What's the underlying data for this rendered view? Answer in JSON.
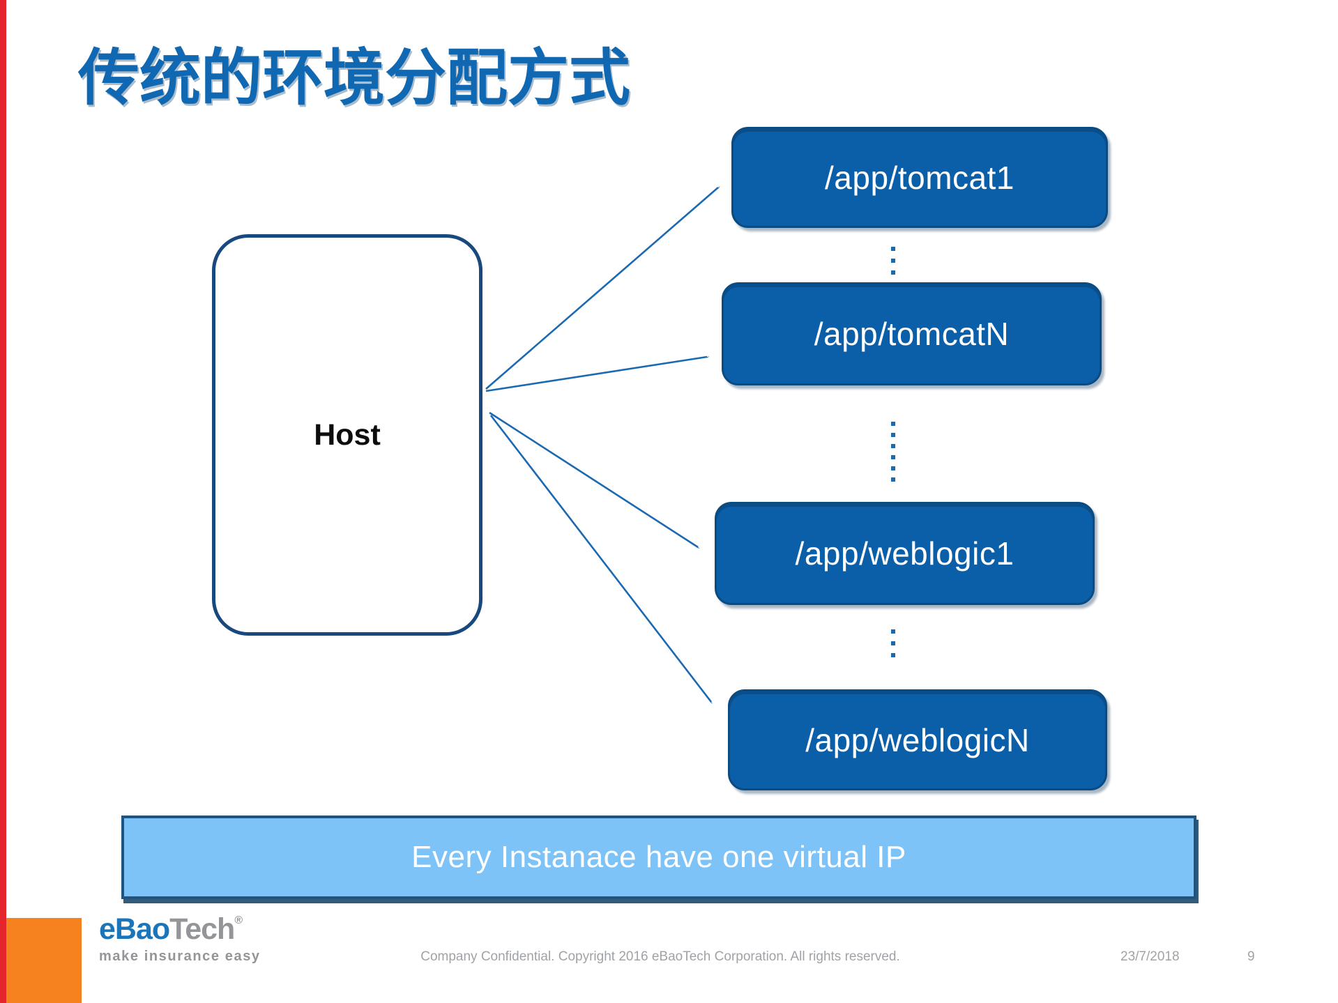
{
  "slide": {
    "title": "传统的环境分配方式",
    "host_label": "Host",
    "instances": [
      {
        "id": "tomcat1",
        "label": "/app/tomcat1"
      },
      {
        "id": "tomcatN",
        "label": "/app/tomcatN"
      },
      {
        "id": "weblogic1",
        "label": "/app/weblogic1"
      },
      {
        "id": "weblogicN",
        "label": "/app/weblogicN"
      }
    ],
    "ellipsis_separators": [
      {
        "between": "tomcat1-tomcatN",
        "dots": 3
      },
      {
        "between": "tomcatN-weblogic1",
        "dots": 6
      },
      {
        "between": "weblogic1-weblogicN",
        "dots": 3
      }
    ],
    "banner_text": "Every Instanace have one virtual IP",
    "colors": {
      "title_blue": "#1068b3",
      "box_fill_blue": "#0b5fa9",
      "box_border_blue": "#0a4b82",
      "host_border_blue": "#17497e",
      "connector_blue": "#1b6ab1",
      "banner_fill": "#7ec3f7",
      "banner_border": "#1f5380",
      "accent_orange": "#f5821f",
      "accent_red": "#e5252d",
      "logo_blue": "#1b75bb",
      "logo_gray": "#939598",
      "footer_gray": "#9fa3a7"
    }
  },
  "footer": {
    "logo_primary": "eBao",
    "logo_secondary": "Tech",
    "logo_registered": "®",
    "logo_tagline": "make insurance easy",
    "confidential": "Company Confidential. Copyright 2016 eBaoTech Corporation. All rights reserved.",
    "date": "23/7/2018",
    "page_number": "9"
  }
}
